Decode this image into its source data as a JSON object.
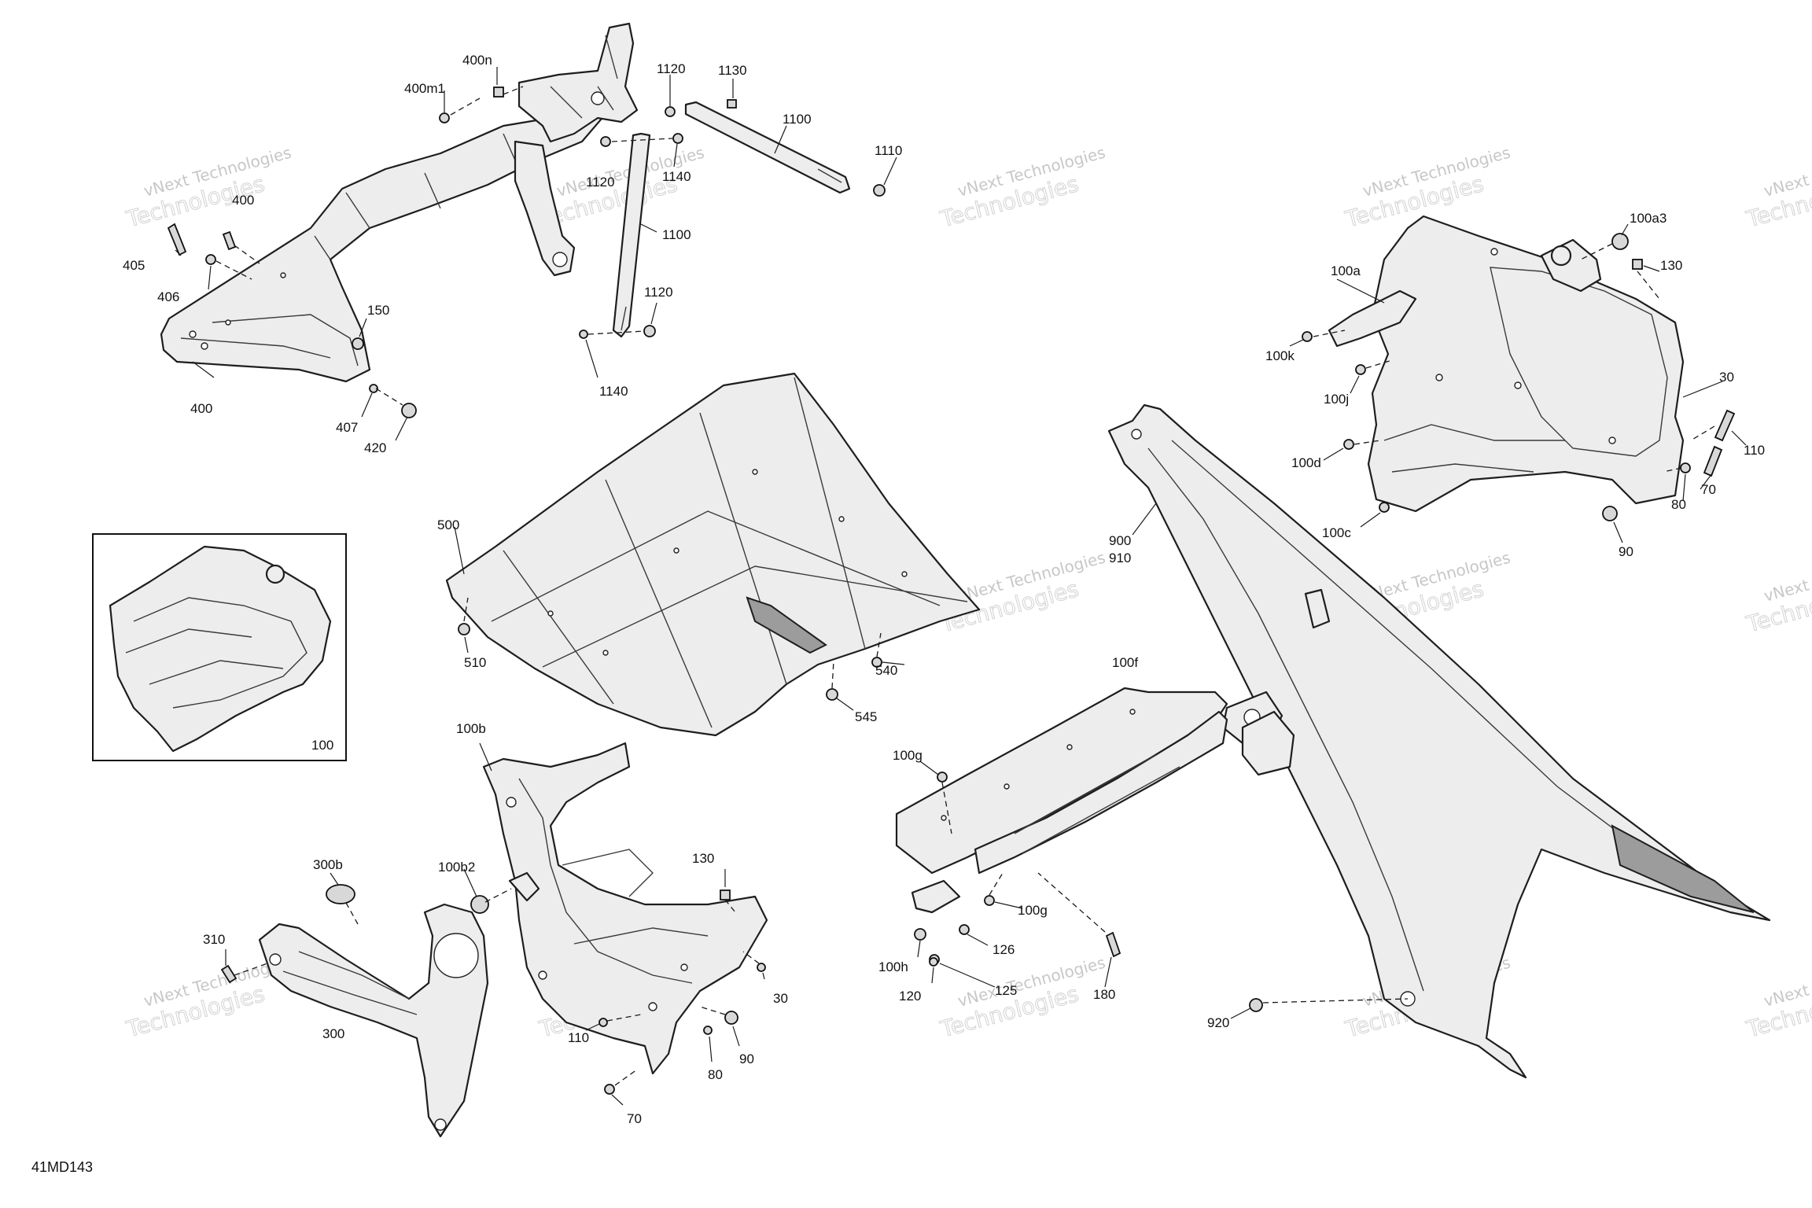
{
  "diagram_id": "41MD143",
  "watermark": {
    "line1": "vNext Technologies",
    "line2": "Technologies"
  },
  "callouts": {
    "c400n": "400n",
    "c400m1": "400m1",
    "c1120a": "1120",
    "c1130": "1130",
    "c1100a": "1100",
    "c1110": "1110",
    "c1120b": "1120",
    "c1140a": "1140",
    "c400a": "400",
    "c405": "405",
    "c406": "406",
    "c1100b": "1100",
    "c150": "150",
    "c1120c": "1120",
    "c400b": "400",
    "c407": "407",
    "c420": "420",
    "c1140b": "1140",
    "c100a3": "100a3",
    "c100a": "100a",
    "c130a": "130",
    "c100k": "100k",
    "c100j": "100j",
    "c30a": "30",
    "c100d": "100d",
    "c110a": "110",
    "c70a": "70",
    "c80a": "80",
    "c100c": "100c",
    "c90a": "90",
    "c500": "500",
    "c510": "510",
    "c540": "540",
    "c545": "545",
    "c900": "900",
    "c910": "910",
    "c100": "100",
    "c100b": "100b",
    "c300b": "300b",
    "c100b2": "100b2",
    "c130b": "130",
    "c310": "310",
    "c300": "300",
    "c30b": "30",
    "c110b": "110",
    "c90b": "90",
    "c80b": "80",
    "c70b": "70",
    "c100f": "100f",
    "c100g1": "100g",
    "c100g2": "100g",
    "c126": "126",
    "c100h": "100h",
    "c125": "125",
    "c120": "120",
    "c180": "180",
    "c920": "920"
  }
}
